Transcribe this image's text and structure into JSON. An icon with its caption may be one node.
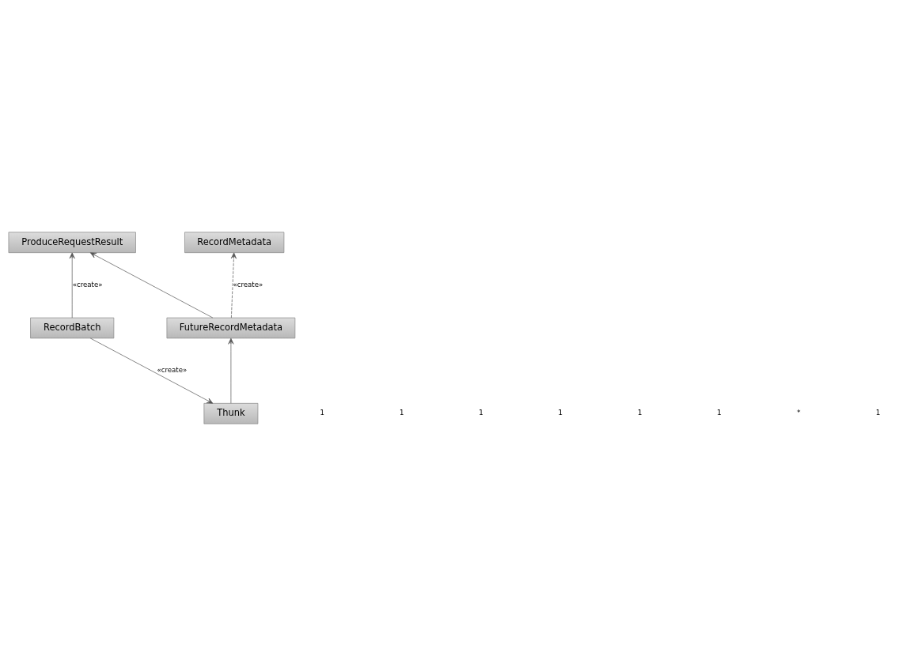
{
  "diagram": {
    "nodes": [
      {
        "text": [
          "RecordMetadata"
        ]
      },
      {
        "text": [
          "ProduceRequestResult"
        ]
      },
      {
        "text": [
          "FutureRecordMetadata"
        ]
      },
      {
        "text": [
          "RecordBatch"
        ]
      },
      {
        "text": [
          "Thunk"
        ]
      }
    ],
    "edges": [
      {
        "from": 2,
        "to": 0,
        "arrow": "to",
        "label": "«create»",
        "style": "dashed"
      },
      {
        "from": 2,
        "to": 1,
        "arrow": "to"
      },
      {
        "from": 3,
        "to": 1,
        "arrow": "to",
        "label": "«create»"
      },
      {
        "from": 3,
        "to": 4,
        "arrow": "to",
        "label": "«create»"
      },
      {
        "from": 4,
        "to": 2,
        "arrow": "to"
      }
    ],
    "labels": [
      "1",
      "1",
      "1",
      "1",
      "1",
      "1",
      "*",
      "1"
    ]
  }
}
